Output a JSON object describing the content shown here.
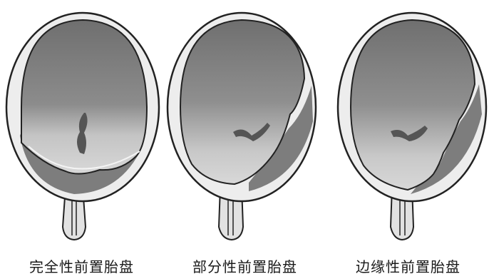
{
  "captions": {
    "complete": "完全性前置胎盘",
    "partial": "部分性前置胎盘",
    "marginal": "边缘性前置胎盘"
  }
}
